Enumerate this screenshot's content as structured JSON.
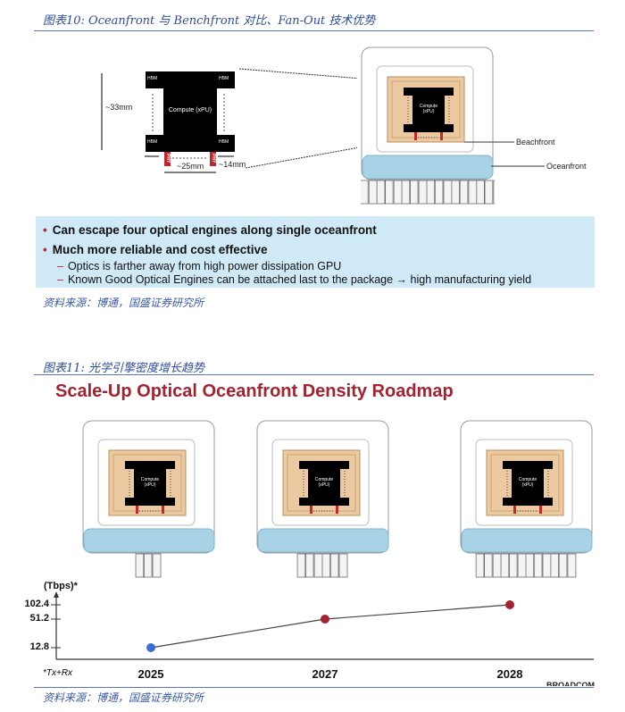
{
  "figure10": {
    "title": "图表10:  Oceanfront 与 Benchfront 对比、Fan-Out 技术优势",
    "diagram": {
      "hbm": "HBM",
      "compute": "Compute (xPU)",
      "compute_small": "Compute (xPU)",
      "phy": "PHY",
      "height": "~33mm",
      "width": "~25mm",
      "gap": "~14mm",
      "beachfront": "Beachfront",
      "oceanfront": "Oceanfront"
    },
    "bullets": [
      {
        "text": "Can escape four optical engines along single oceanfront"
      },
      {
        "text": "Much more reliable and cost effective"
      }
    ],
    "subbullets": [
      {
        "text": "Optics is farther away from high power dissipation GPU"
      },
      {
        "text": "Known Good Optical Engines can be attached last to the package → high manufacturing yield"
      }
    ],
    "source": "资料来源：博通，国盛证券研究所"
  },
  "figure11": {
    "title": "图表11:  光学引擎密度增长趋势",
    "heading": "Scale-Up Optical Oceanfront Density Roadmap",
    "source": "资料来源：博通，国盛证券研究所",
    "footnote": "*Tx+Rx",
    "logo": "BROADCOM"
  },
  "chart_data": {
    "type": "line",
    "ylabel": "(Tbps)*",
    "categories": [
      "2025",
      "2027",
      "2028"
    ],
    "values": [
      12.8,
      51.2,
      102.4
    ],
    "yticks": [
      "12.8",
      "51.2",
      "102.4"
    ],
    "engine_pairs": [
      1,
      2,
      4
    ],
    "point_colors": [
      "#3a6fcf",
      "#a5222f",
      "#a5222f"
    ]
  }
}
